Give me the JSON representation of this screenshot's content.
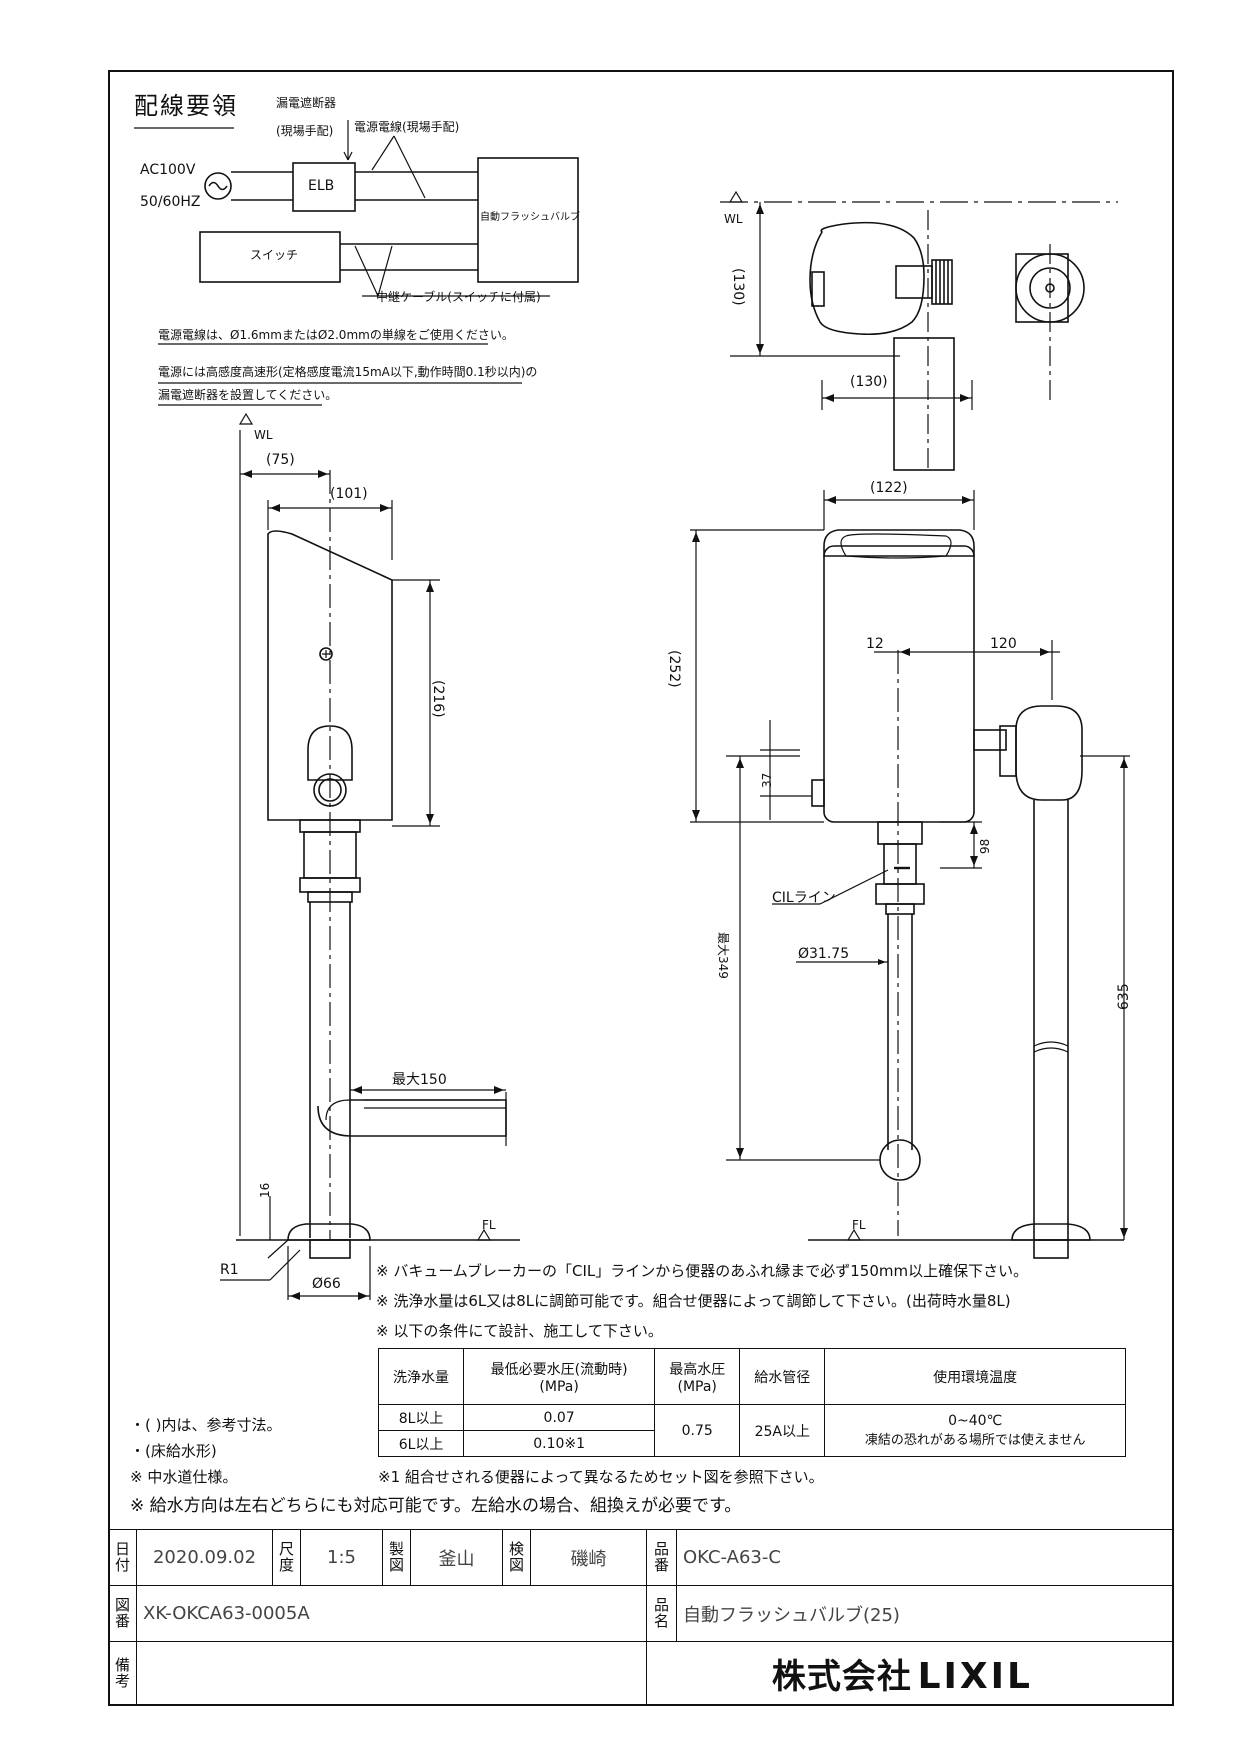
{
  "wiring": {
    "title": "配線要領",
    "elb_label_1": "漏電遮断器",
    "elb_label_2": "(現場手配)",
    "power_wire_label": "電源電線(現場手配)",
    "ac_voltage": "AC100V",
    "ac_freq": "50/60HZ",
    "elb_box": "ELB",
    "valve_box": "自動フラッシュバルブ",
    "switch_box": "スイッチ",
    "relay_cable_label": "中継ケーブル(スイッチに付属)",
    "note_1": "電源電線は、Ø1.6mmまたはØ2.0mmの単線をご使用ください。",
    "note_2": "電源には高感度高速形(定格感度電流15mA以下,動作時間0.1秒以内)の",
    "note_3": "漏電遮断器を設置してください。"
  },
  "dims": {
    "wl": "WL",
    "fl": "FL",
    "d_top_130_vert": "(130)",
    "d_top_130_horiz": "(130)",
    "d_75": "(75)",
    "d_101": "(101)",
    "d_216": "(216)",
    "d_max150": "最大150",
    "d_16": "16",
    "d_r1": "R1",
    "d_66": "Ø66",
    "d_122": "(122)",
    "d_252": "(252)",
    "d_12": "12",
    "d_120": "120",
    "d_37": "37",
    "d_98": "98",
    "d_cil": "CILライン",
    "d_3175": "Ø31.75",
    "d_max349": "最大349",
    "d_635": "635"
  },
  "notes": {
    "n1": "※ バキュームブレーカーの「CIL」ラインから便器のあふれ縁まで必ず150mm以上確保下さい。",
    "n2": "※ 洗浄水量は6L又は8Lに調節可能です。組合せ便器によって調節して下さい。(出荷時水量8L)",
    "n3": "※ 以下の条件にて設計、施工して下さい。",
    "left1": "・( )内は、参考寸法。",
    "left2": "・(床給水形)",
    "left3": "※ 中水道仕様。",
    "footnote": "※1 組合せされる便器によって異なるためセット図を参照下さい。",
    "bottom": "※ 給水方向は左右どちらにも対応可能です。左給水の場合、組換えが必要です。"
  },
  "spec_table": {
    "h_volume": "洗浄水量",
    "h_minpress_1": "最低必要水圧(流動時)",
    "h_minpress_2": "(MPa)",
    "h_maxpress_1": "最高水圧",
    "h_maxpress_2": "(MPa)",
    "h_pipe": "給水管径",
    "h_env": "使用環境温度",
    "r1_volume": "8L以上",
    "r1_minpress": "0.07",
    "r2_volume": "6L以上",
    "r2_minpress": "0.10※1",
    "maxpress": "0.75",
    "pipe": "25A以上",
    "env_1": "0~40℃",
    "env_2": "凍結の恐れがある場所では使えません"
  },
  "title_block": {
    "l_date_1": "日",
    "l_date_2": "付",
    "date": "2020.09.02",
    "l_scale_1": "尺",
    "l_scale_2": "度",
    "scale": "1:5",
    "l_drawn_1": "製",
    "l_drawn_2": "図",
    "drawn": "釜山",
    "l_check_1": "検",
    "l_check_2": "図",
    "check": "磯崎",
    "l_partno_1": "品",
    "l_partno_2": "番",
    "part_no": "OKC-A63-C",
    "l_drawingno_1": "図",
    "l_drawingno_2": "番",
    "drawing_no": "XK-OKCA63-0005A",
    "l_name_1": "品",
    "l_name_2": "名",
    "product_name": "自動フラッシュバルブ(25)",
    "l_remarks_1": "備",
    "l_remarks_2": "考",
    "company": "株式会社",
    "brand": "LIXIL"
  }
}
